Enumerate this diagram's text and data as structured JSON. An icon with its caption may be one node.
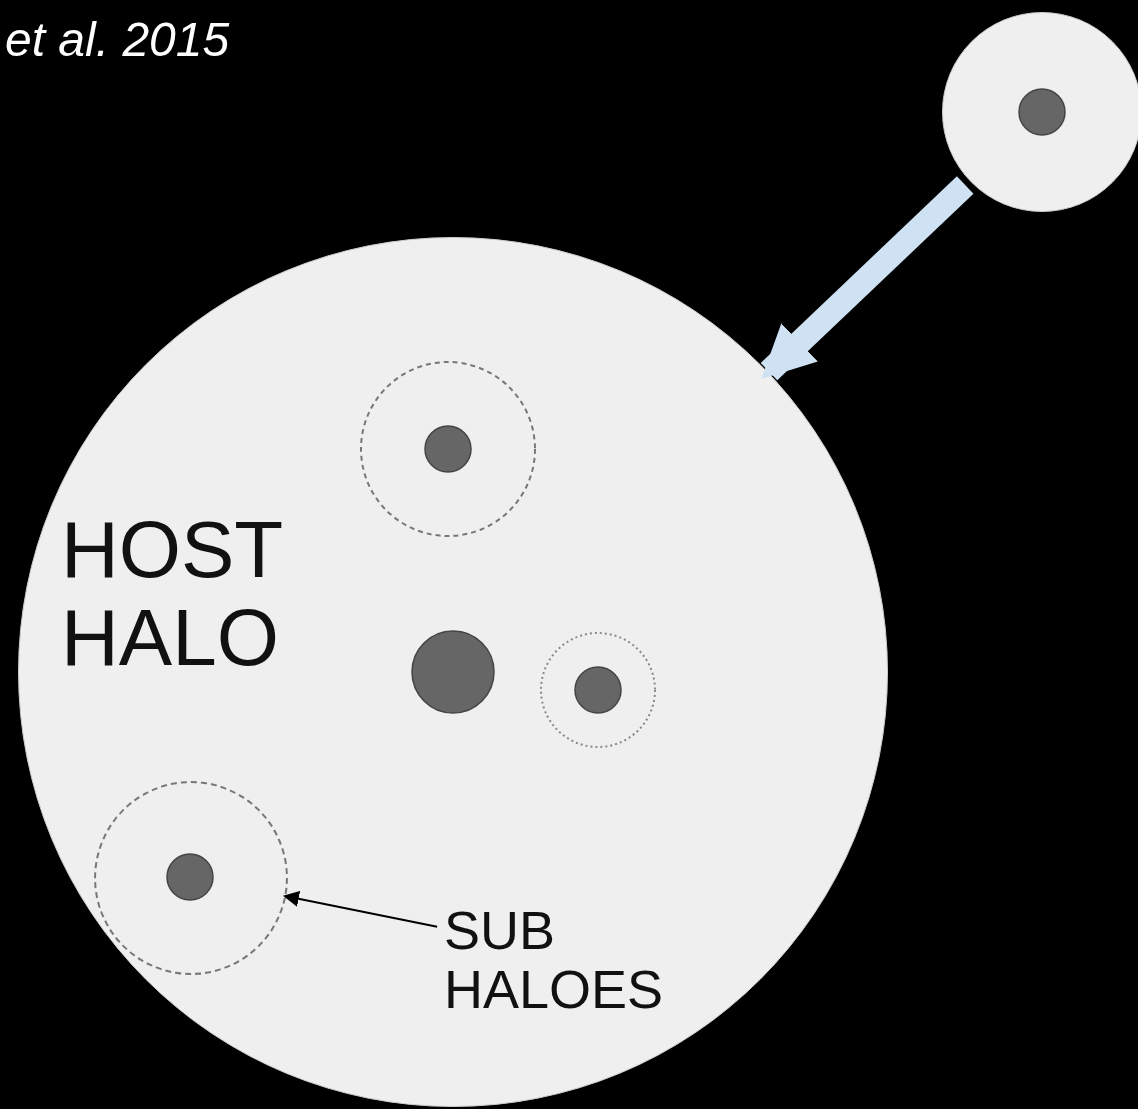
{
  "diagram": {
    "nodes": [
      {
        "text": [
          "HOST HALO"
        ]
      },
      {
        "text": [],
        "shape": "circle"
      },
      {
        "text": [],
        "shape": "circle",
        "in": 0
      },
      {
        "text": [
          "SUB HALOES"
        ],
        "in": 0
      }
    ],
    "edges": [
      {
        "from": 1,
        "to": 0,
        "arrow": "to",
        "style": "thick",
        "color": "#cfe2f3"
      },
      {
        "from": 3,
        "to": 2,
        "arrow": "to",
        "color": "#000000"
      }
    ],
    "labels": [
      "et al. 2015"
    ]
  }
}
